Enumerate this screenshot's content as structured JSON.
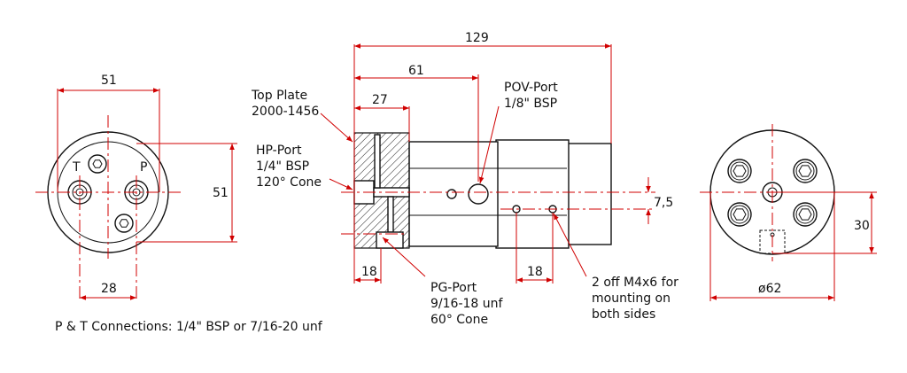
{
  "dimensions": {
    "left_width": "51",
    "left_height": "51",
    "left_spacing": "28",
    "total_length": "129",
    "pov_distance": "61",
    "plate_thickness": "27",
    "pg_offset": "18",
    "mount_spacing": "18",
    "centre_offset": "7,5",
    "right_height": "30",
    "diameter": "ø62"
  },
  "port_letters": {
    "t": "T",
    "p": "P"
  },
  "callouts": {
    "top_plate": [
      "Top Plate",
      "2000-1456"
    ],
    "hp_port": [
      "HP-Port",
      "1/4\" BSP",
      "120° Cone"
    ],
    "pov_port": [
      "POV-Port",
      "1/8\" BSP"
    ],
    "pg_port": [
      "PG-Port",
      "9/16-18 unf",
      "60° Cone"
    ],
    "mounting": [
      "2 off M4x6 for",
      "mounting on",
      "both sides"
    ]
  },
  "footnote": "P & T Connections: 1/4\" BSP or 7/16-20 unf",
  "colors": {
    "dimension_line": "#d00000",
    "outline": "#111111"
  }
}
